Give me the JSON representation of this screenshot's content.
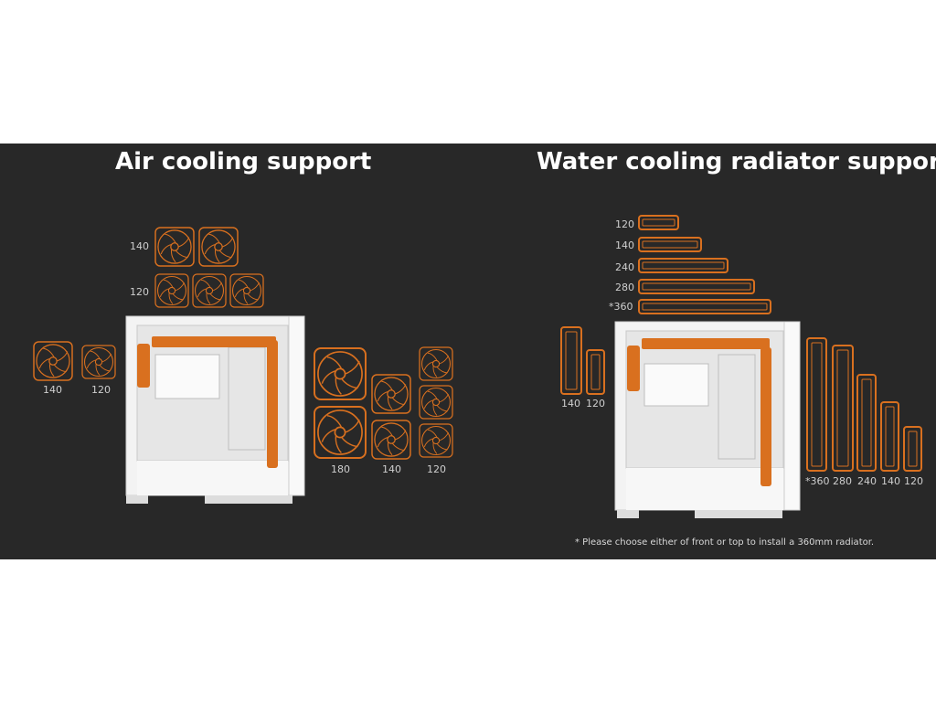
{
  "air": {
    "title": "Air cooling support",
    "top_labels": [
      "140",
      "120"
    ],
    "side_labels": [
      "140",
      "120"
    ],
    "front_labels": [
      "180",
      "140",
      "120"
    ]
  },
  "water": {
    "title": "Water cooling radiator support",
    "top_labels": [
      "120",
      "140",
      "240",
      "280",
      "*360"
    ],
    "rear_labels": [
      "140",
      "120"
    ],
    "front_labels": [
      "*360",
      "280",
      "240",
      "140",
      "120"
    ],
    "footnote": "* Please choose either of front or top to install a 360mm radiator."
  },
  "colors": {
    "background": "#282828",
    "accent": "#d9701f",
    "text": "#ffffff"
  }
}
